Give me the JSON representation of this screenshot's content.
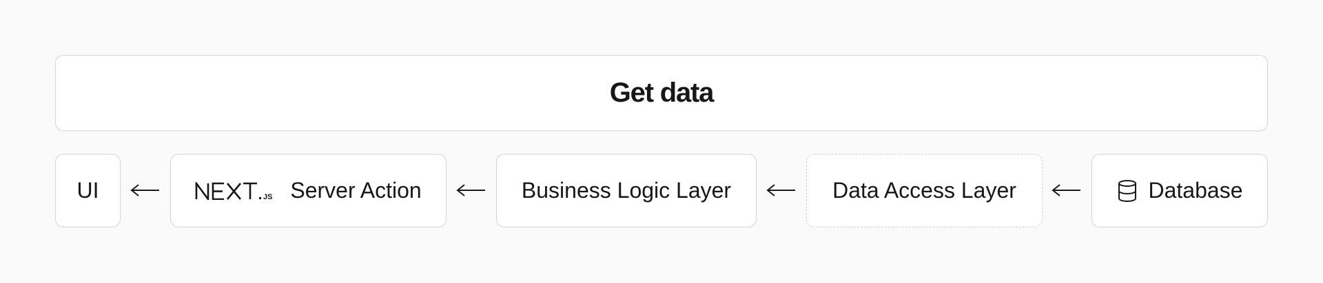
{
  "diagram": {
    "title": "Get data",
    "nodes": [
      {
        "id": "ui",
        "label": "UI"
      },
      {
        "id": "server-action",
        "label": "Server Action",
        "logo_text": "NEXT.JS"
      },
      {
        "id": "business-logic-layer",
        "label": "Business Logic Layer"
      },
      {
        "id": "data-access-layer",
        "label": "Data Access Layer",
        "border_style": "dashed"
      },
      {
        "id": "database",
        "label": "Database",
        "icon": "database-icon"
      }
    ],
    "edges": [
      {
        "from": "database",
        "to": "data-access-layer"
      },
      {
        "from": "data-access-layer",
        "to": "business-logic-layer"
      },
      {
        "from": "business-logic-layer",
        "to": "server-action"
      },
      {
        "from": "server-action",
        "to": "ui"
      }
    ],
    "arrow_glyph": "←"
  },
  "colors": {
    "background": "#fafafa",
    "box_fill": "#ffffff",
    "box_border": "#d4d4d4",
    "text": "#171717"
  }
}
